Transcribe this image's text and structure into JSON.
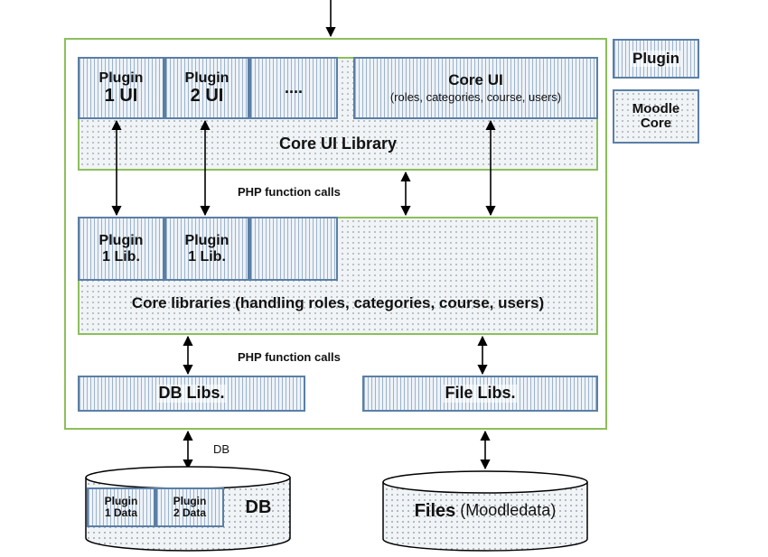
{
  "legend": {
    "plugin": "Plugin",
    "moodle_core_1": "Moodle",
    "moodle_core_2": "Core"
  },
  "ui_layer": {
    "plugin1_line1": "Plugin",
    "plugin1_line2": "1 UI",
    "plugin2_line1": "Plugin",
    "plugin2_line2": "2 UI",
    "more": "....",
    "core_ui_title": "Core UI",
    "core_ui_sub": "(roles, categories, course, users)",
    "library": "Core UI Library"
  },
  "calls_1": "PHP function calls",
  "lib_layer": {
    "plugin1_line1": "Plugin",
    "plugin1_line2": "1 Lib.",
    "plugin2_line1": "Plugin",
    "plugin2_line2": "1 Lib.",
    "core_libraries": "Core libraries (handling roles, categories, course, users)"
  },
  "calls_2": "PHP function calls",
  "db_libs": "DB Libs.",
  "file_libs": "File Libs.",
  "db_label": "DB",
  "db_store": {
    "plugin1_line1": "Plugin",
    "plugin1_line2": "1 Data",
    "plugin2_line1": "Plugin",
    "plugin2_line2": "2 Data",
    "title": "DB"
  },
  "files_store": {
    "title": "Files",
    "sub": "(Moodledata)"
  },
  "colors": {
    "plugin_border": "#5a7fa6",
    "frame_border": "#8cbf5a",
    "arrow": "#000000"
  }
}
